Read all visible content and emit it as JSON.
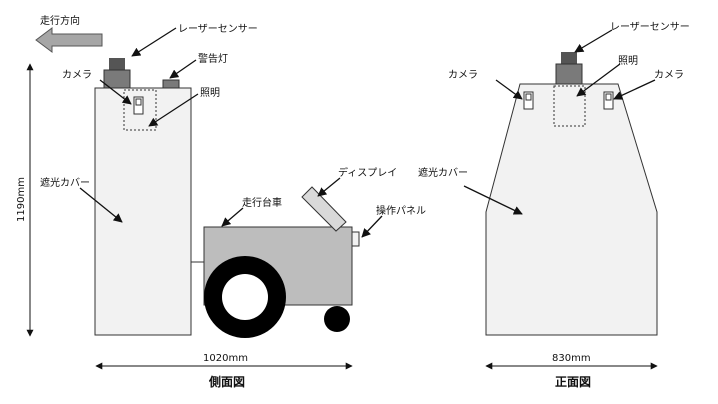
{
  "labels": {
    "direction": "走行方向",
    "laser_side": "レーザーセンサー",
    "warning_light": "警告灯",
    "camera_side": "カメラ",
    "light_side": "照明",
    "shade_side": "遮光カバー",
    "cart": "走行台車",
    "display": "ディスプレイ",
    "panel": "操作パネル",
    "laser_front": "レーザーセンサー",
    "light_front": "照明",
    "camera_front_left": "カメラ",
    "camera_front_right": "カメラ",
    "shade_front": "遮光カバー"
  },
  "dimensions": {
    "height": "1190mm",
    "side_width": "1020mm",
    "front_width": "830mm"
  },
  "captions": {
    "side": "側面図",
    "front": "正面図"
  },
  "colors": {
    "cover_fill": "#f2f2f2",
    "cart_fill": "#bdbdbd",
    "sensor_dark": "#555555",
    "sensor_mid": "#7a7a7a",
    "arrow_fill": "#a6a6a6"
  }
}
